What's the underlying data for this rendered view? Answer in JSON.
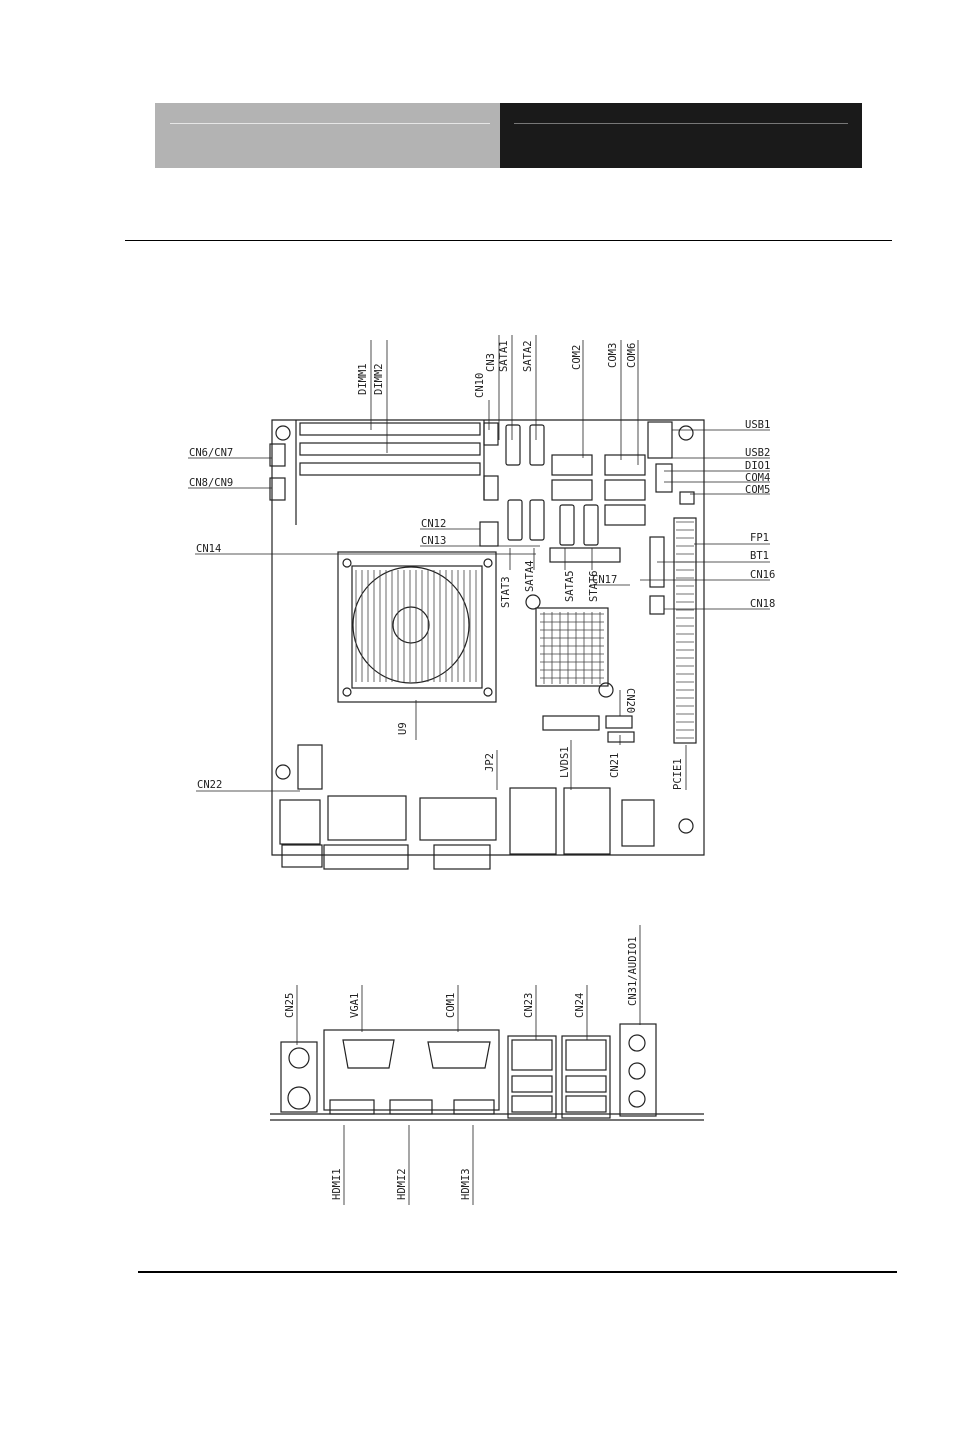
{
  "diagram": {
    "top_labels": [
      "DIMM1",
      "DIMM2",
      "CN10",
      "CN3",
      "SATA1",
      "SATA2",
      "COM2",
      "COM3",
      "COM6",
      "STAT3",
      "SATA4",
      "SATA5",
      "STAT6",
      "U9",
      "JP2",
      "LVDS1",
      "CN21",
      "CN20",
      "PCIE1"
    ],
    "left_labels": [
      "CN6/CN7",
      "CN8/CN9",
      "CN12",
      "CN13",
      "CN14",
      "CN22"
    ],
    "right_labels": [
      "USB1",
      "USB2",
      "DIO1",
      "COM4",
      "COM5",
      "FP1",
      "BT1",
      "CN16",
      "CN17",
      "CN18"
    ],
    "rear_labels": [
      "CN25",
      "VGA1",
      "COM1",
      "CN23",
      "CN24",
      "CN31/AUDIO1",
      "HDMI1",
      "HDMI2",
      "HDMI3"
    ]
  }
}
